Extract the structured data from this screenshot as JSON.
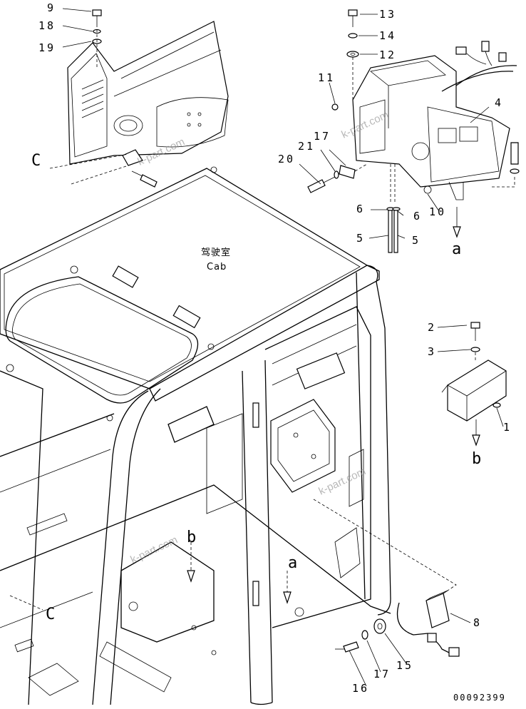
{
  "cab_label": {
    "cn": "驾驶室",
    "en": "Cab"
  },
  "callouts": {
    "c1": "1",
    "c2": "2",
    "c3": "3",
    "c4": "4",
    "c5a": "5",
    "c5b": "5",
    "c6a": "6",
    "c6b": "6",
    "c8": "8",
    "c9": "9",
    "c10": "10",
    "c11": "11",
    "c12": "12",
    "c13": "13",
    "c14": "14",
    "c15": "15",
    "c16": "16",
    "c17a": "17",
    "c17b": "17",
    "c18": "18",
    "c19": "19",
    "c20": "20",
    "c21": "21"
  },
  "refs": {
    "a_top": "a",
    "a_mid": "a",
    "b_top": "b",
    "b_mid": "b",
    "c_top": "C",
    "c_low": "C"
  },
  "watermark": "k-part.com",
  "drawing_number": "00092399"
}
